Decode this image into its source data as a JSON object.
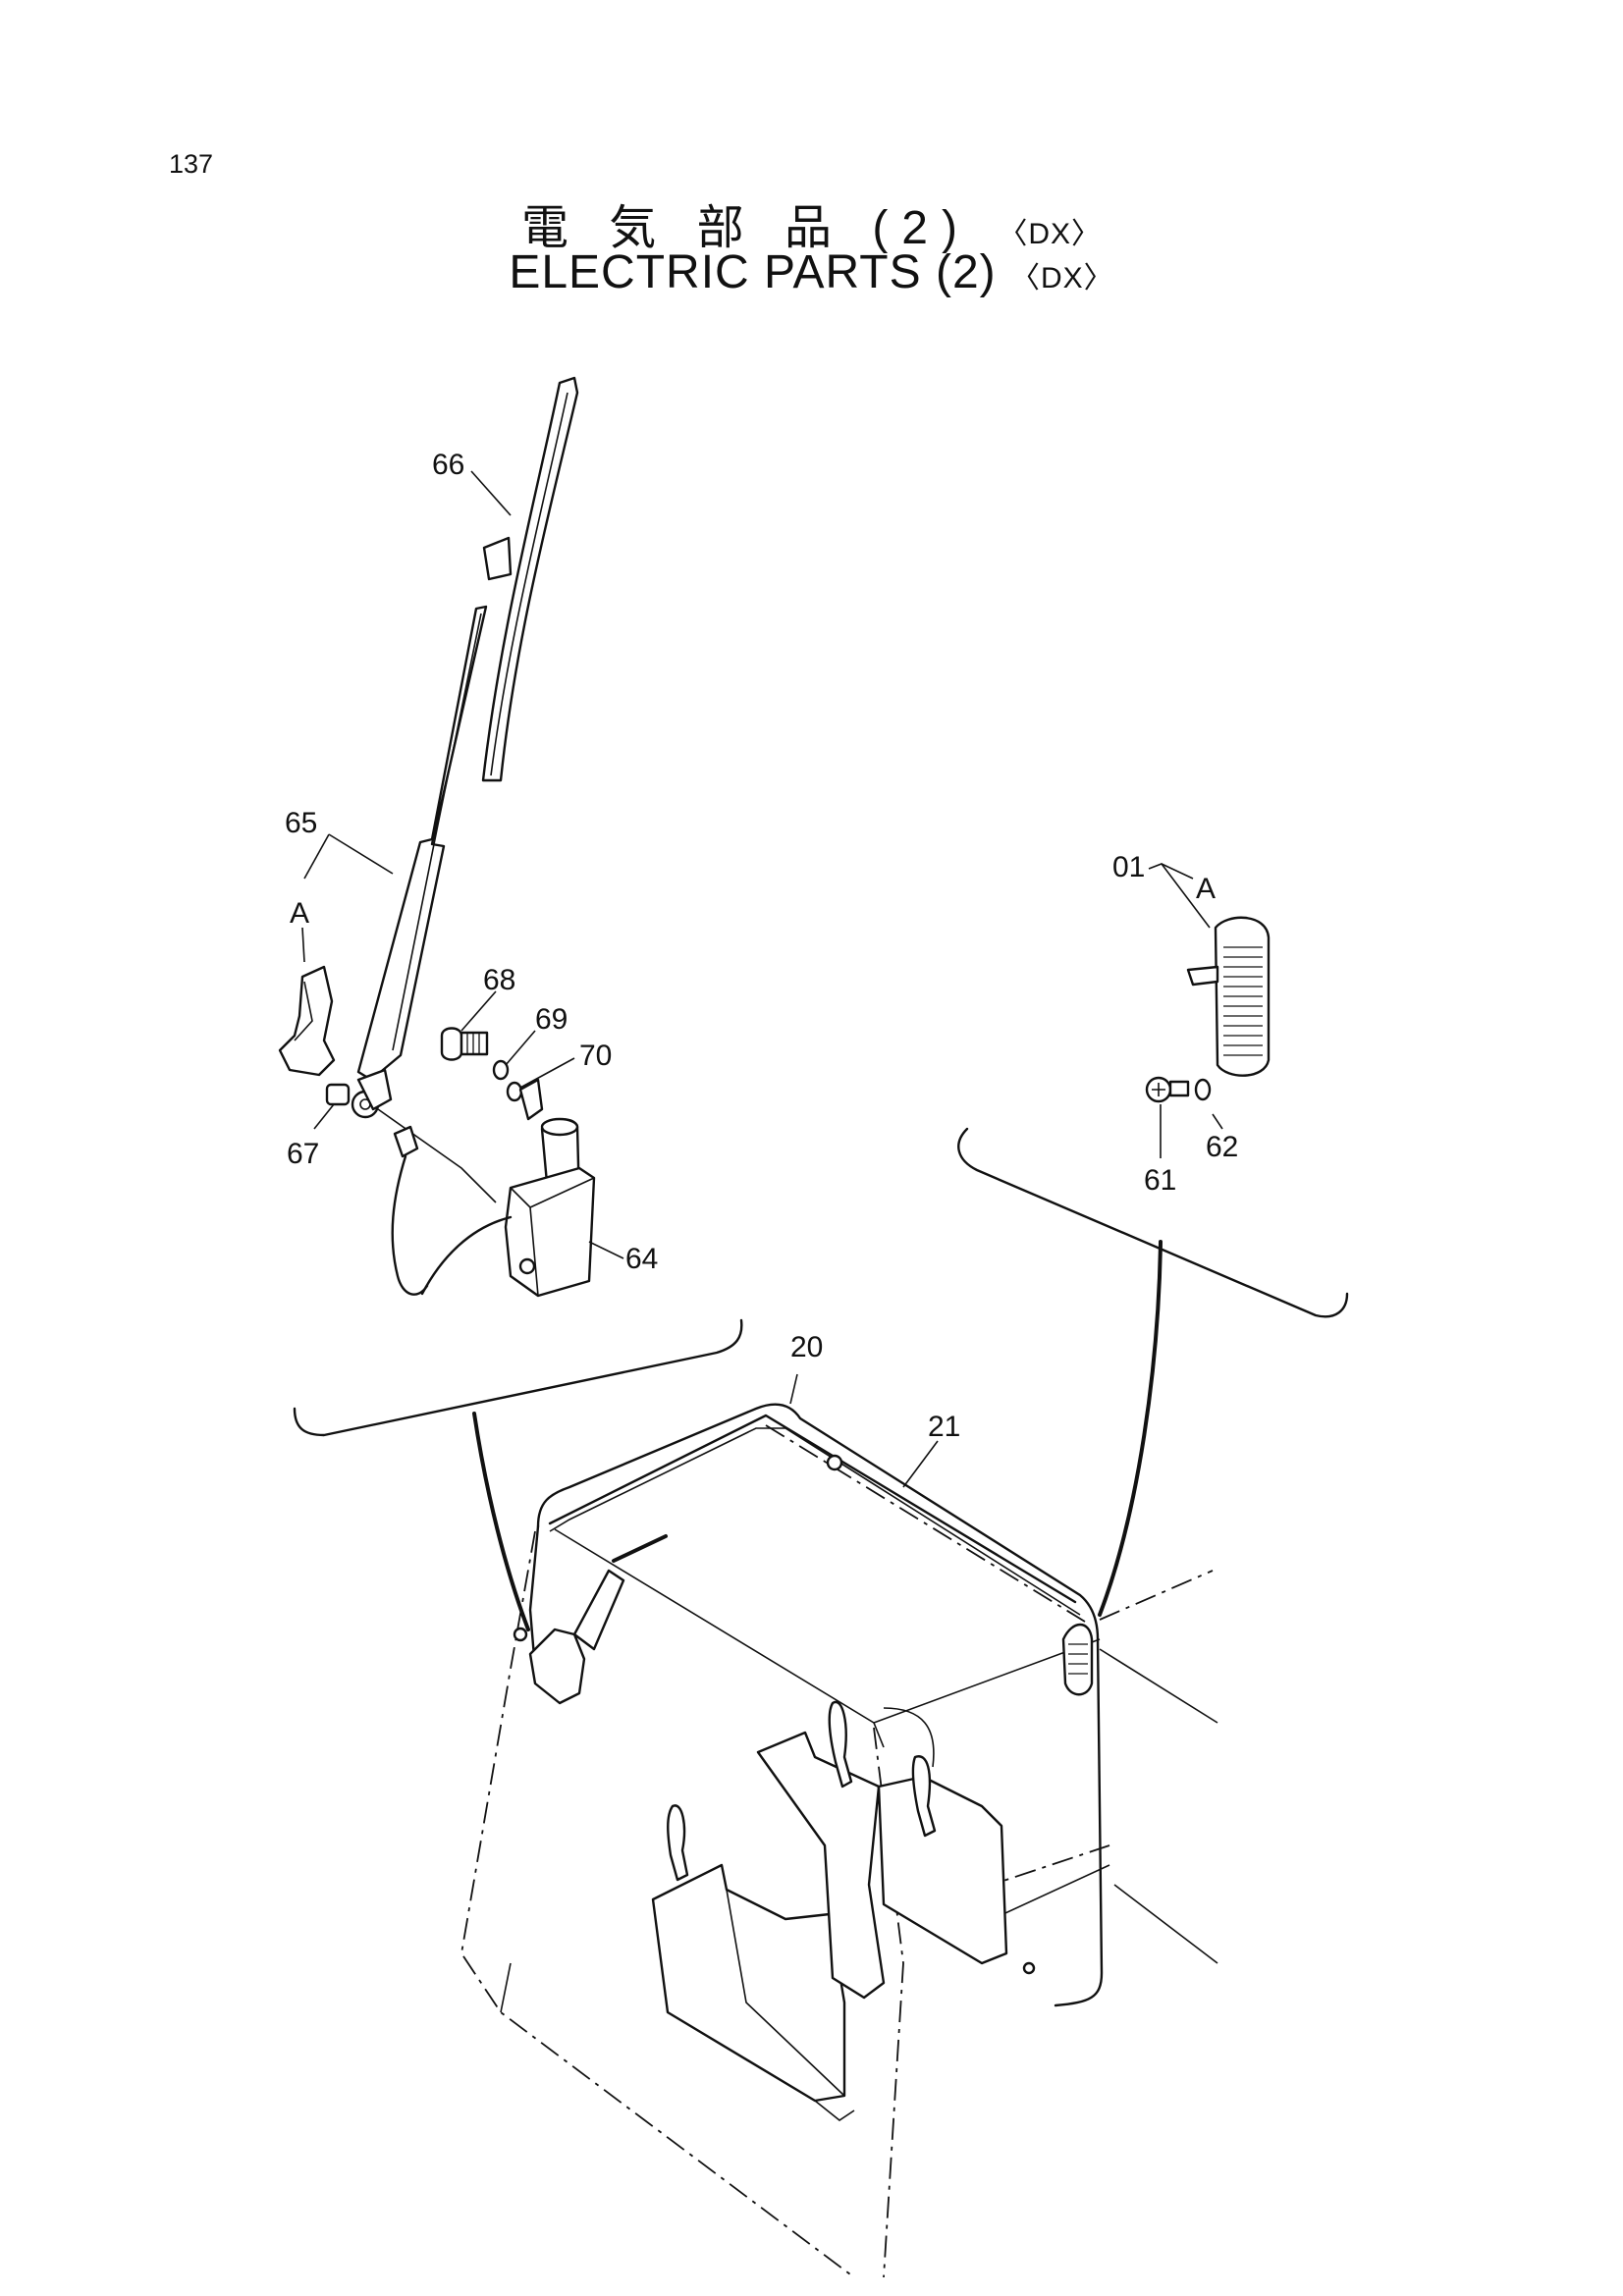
{
  "page": {
    "number": "137"
  },
  "title": {
    "japanese": "電 気 部 品 (2)",
    "japanese_variant": "〈DX〉",
    "english": "ELECTRIC  PARTS  (2)",
    "english_variant": "〈DX〉"
  },
  "callouts": {
    "c01": "01",
    "cA1": "A",
    "c61": "61",
    "c62": "62",
    "c64": "64",
    "c65": "65",
    "cA2": "A",
    "c66": "66",
    "c67": "67",
    "c68": "68",
    "c69": "69",
    "c70": "70",
    "c20": "20",
    "c21": "21"
  }
}
